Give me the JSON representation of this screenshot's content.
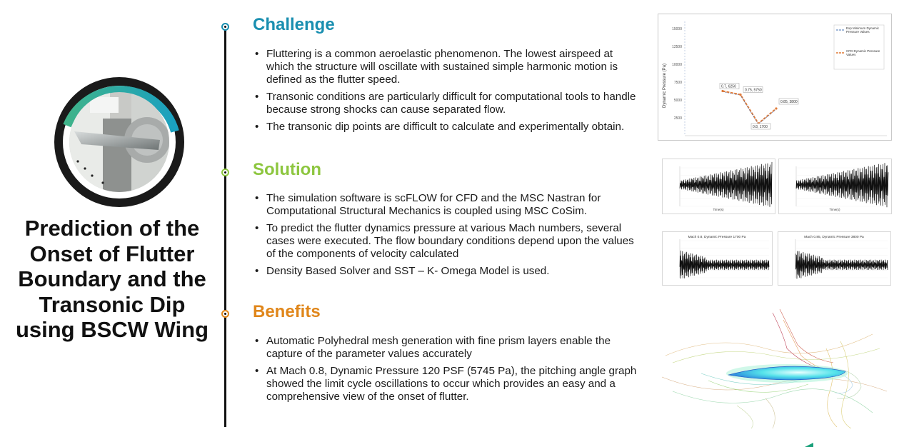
{
  "title": "Prediction of the Onset of Flutter Boundary and the Transonic Dip using BSCW Wing",
  "colors": {
    "challenge": "#1a8fb0",
    "solution": "#8dc63f",
    "benefits": "#e0861a",
    "timeline": "#111111"
  },
  "sections": {
    "challenge": {
      "heading": "Challenge",
      "bullets": [
        "Fluttering is a common aeroelastic phenomenon. The lowest airspeed at which the structure will oscillate with sustained simple harmonic motion is defined as the flutter speed.",
        "Transonic conditions are particularly difficult for computational tools to handle because strong shocks can cause separated flow.",
        "The transonic dip points are difficult to calculate and experimentally obtain."
      ]
    },
    "solution": {
      "heading": "Solution",
      "bullets": [
        "The simulation software is scFLOW for CFD and the MSC Nastran for Computational Structural Mechanics is coupled using MSC CoSim.",
        "To predict the flutter dynamics pressure at various Mach numbers, several cases were executed. The flow boundary conditions depend upon the values of the components of velocity calculated",
        "Density Based Solver and SST – K- Omega Model is used."
      ]
    },
    "benefits": {
      "heading": "Benefits",
      "bullets": [
        "Automatic Polyhedral mesh generation with fine prism layers enable the capture of the parameter values accurately",
        "At Mach 0.8, Dynamic Pressure 120 PSF (5745 Pa), the pitching angle graph showed the limit cycle oscillations to occur which provides an easy and a comprehensive view of the onset of flutter."
      ]
    }
  },
  "chart_data": [
    {
      "type": "line",
      "ylabel": "Dynamic Pressure (Pa)",
      "yticks": [
        "2500",
        "5000",
        "7500",
        "10000",
        "12500",
        "15000"
      ],
      "ylim": [
        0,
        16000
      ],
      "legend": [
        "Exp Minimum Dynamic Pressure Values",
        "CFD Dynamic Pressure Values"
      ],
      "legend_position": "top-right",
      "series": [
        {
          "x": [
            0.7,
            0.75,
            0.8,
            0.85
          ],
          "values": [
            6250,
            5750,
            1700,
            3800
          ]
        }
      ],
      "labels": [
        "0.7, 6250",
        "0.75, 5750",
        "0.8, 1700",
        "0.85, 3800"
      ]
    },
    {
      "type": "line",
      "xlabel": "Time(s)"
    },
    {
      "type": "line",
      "xlabel": "Time(s)"
    },
    {
      "type": "line",
      "title": "Mach 0.8, Dynamic Pressure 1700 Pa"
    },
    {
      "type": "line",
      "title": "Mach 0.85, Dynamic Pressure 3800 Pa"
    }
  ]
}
